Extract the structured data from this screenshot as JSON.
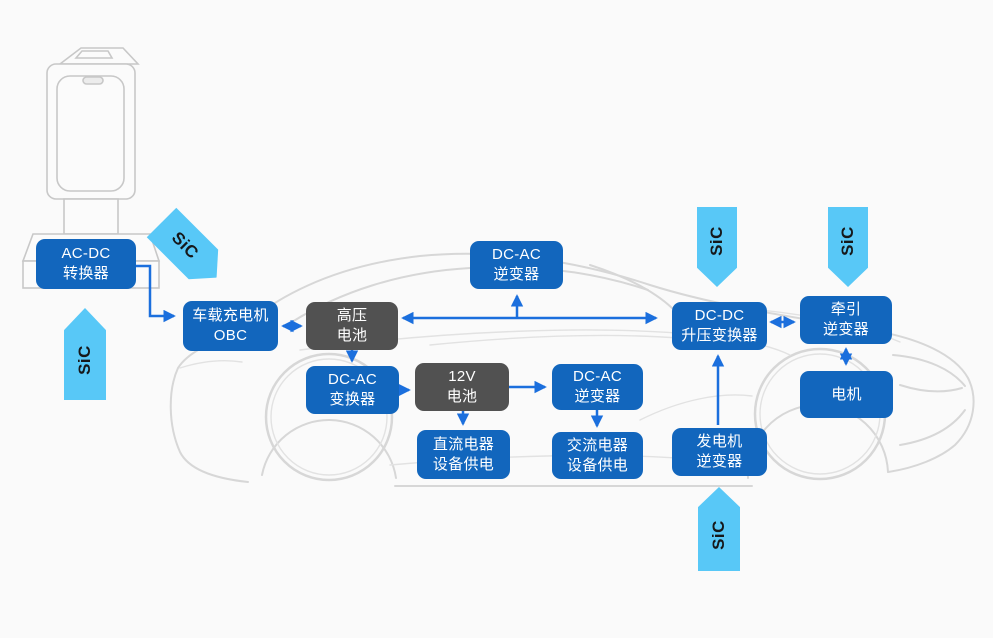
{
  "diagram_title": "EV SiC power-electronics architecture (no visible title text in image)",
  "palette": {
    "background": "#fafafa",
    "node_blue": "#1266bd",
    "node_dark_gray": "#515151",
    "connector_blue": "#1b6fdd",
    "sic_tag_fill": "#58c8f7",
    "sic_tag_text": "#16181a",
    "sketch_gray": "#d7d7d7"
  },
  "sic": {
    "label": "SiC"
  },
  "nodes": {
    "acdc": {
      "line1": "AC-DC",
      "line2": "转换器"
    },
    "obc": {
      "line1": "车载充电机",
      "line2": "OBC"
    },
    "hv_battery": {
      "line1": "高压",
      "line2": "电池"
    },
    "dcac_top": {
      "line1": "DC-AC",
      "line2": "逆变器"
    },
    "dcac_conv": {
      "line1": "DC-AC",
      "line2": "变换器"
    },
    "battery_12v": {
      "line1": "12V",
      "line2": "电池"
    },
    "dcac_mid": {
      "line1": "DC-AC",
      "line2": "逆变器"
    },
    "dc_load": {
      "line1": "直流电器",
      "line2": "设备供电"
    },
    "ac_load": {
      "line1": "交流电器",
      "line2": "设备供电"
    },
    "dcdc_boost": {
      "line1": "DC-DC",
      "line2": "升压变换器"
    },
    "traction_inv": {
      "line1": "牵引",
      "line2": "逆变器"
    },
    "motor": {
      "line1": "电机"
    },
    "gen_inv": {
      "line1": "发电机",
      "line2": "逆变器"
    }
  },
  "connections": [
    {
      "from": "acdc",
      "to": "obc",
      "style": "elbow-arrow"
    },
    {
      "from": "obc",
      "to": "hv_battery",
      "style": "double-arrow"
    },
    {
      "from": "hv_battery",
      "to": "dcdc_boost",
      "style": "double-arrow-long"
    },
    {
      "from": "hv_battery_bus",
      "to": "dcac_top",
      "style": "branch-arrow-up"
    },
    {
      "from": "hv_battery",
      "to": "dcac_conv",
      "style": "arrow-down"
    },
    {
      "from": "dcac_conv",
      "to": "battery_12v",
      "style": "arrow-right"
    },
    {
      "from": "battery_12v",
      "to": "dcac_mid",
      "style": "arrow-right"
    },
    {
      "from": "battery_12v",
      "to": "dc_load",
      "style": "arrow-down"
    },
    {
      "from": "dcac_mid",
      "to": "ac_load",
      "style": "arrow-down"
    },
    {
      "from": "dcdc_boost",
      "to": "traction_inv",
      "style": "double-arrow"
    },
    {
      "from": "traction_inv",
      "to": "motor",
      "style": "double-arrow"
    },
    {
      "from": "gen_inv",
      "to": "dcdc_boost",
      "style": "arrow-up"
    }
  ],
  "sic_tags": [
    {
      "points_at": "obc",
      "direction": "down-right"
    },
    {
      "points_at": "acdc",
      "direction": "up"
    },
    {
      "points_at": "dcdc_boost",
      "direction": "down"
    },
    {
      "points_at": "traction_inv",
      "direction": "down"
    },
    {
      "points_at": "gen_inv",
      "direction": "up"
    }
  ]
}
